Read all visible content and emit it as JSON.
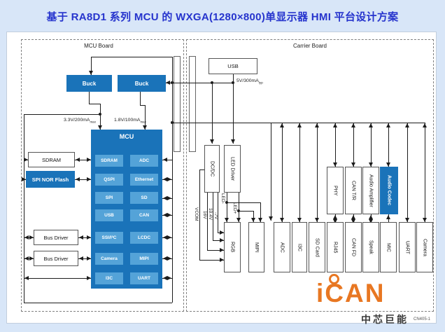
{
  "title": "基于 RA8D1 系列 MCU 的 WXGA(1280×800)单显示器 HMI 平台设计方案",
  "mcu_board": {
    "label": "MCU Board",
    "buck1": "Buck",
    "buck2": "Buck",
    "rail_33": {
      "text": "3.3V/200mA",
      "sub": "max"
    },
    "rail_18": {
      "text": "1.8V/100mA",
      "sub": "max"
    },
    "mcu": {
      "label": "MCU",
      "left_ports": [
        "SDRAM",
        "QSPI",
        "SPI",
        "USB",
        "SSI/I²C",
        "Camera",
        "I3C"
      ],
      "right_ports": [
        "ADC",
        "Ethernet",
        "SD",
        "CAN",
        "LCDC",
        "MIPI",
        "UART"
      ]
    },
    "sdram": "SDRAM",
    "spi_nor_flash": "SPI NOR Flash",
    "bus_driver1": "Bus Driver",
    "bus_driver2": "Bus Driver"
  },
  "carrier_board": {
    "label": "Carrier Board",
    "usb": "USB",
    "rail_5v": {
      "text": "5V/300mA",
      "sub": "typ"
    },
    "dcdc": "DC/DC",
    "led_driver": "LED Driver",
    "power_labels": [
      "VCOM",
      "16V",
      "10.4V",
      "-7V"
    ],
    "led_labels": [
      "LED-",
      "LED+"
    ],
    "mid_blocks": [
      "PHY",
      "CAN T/R",
      "Audio Amplifier",
      "Audio Codec"
    ],
    "bottom_blocks": [
      "RGB",
      "MIPI",
      "ADC",
      "I3C",
      "SD Card",
      "RJ45",
      "CAN FD",
      "Speak",
      "MIC",
      "UART",
      "Camera"
    ]
  },
  "logo": {
    "brand": "iCAN",
    "company": "中芯巨能",
    "code": "CN405-1"
  },
  "colors": {
    "accent_blue": "#1a73b9",
    "port_blue": "#54a3d8",
    "title_blue": "#2634cd",
    "logo_orange": "#e87722"
  }
}
